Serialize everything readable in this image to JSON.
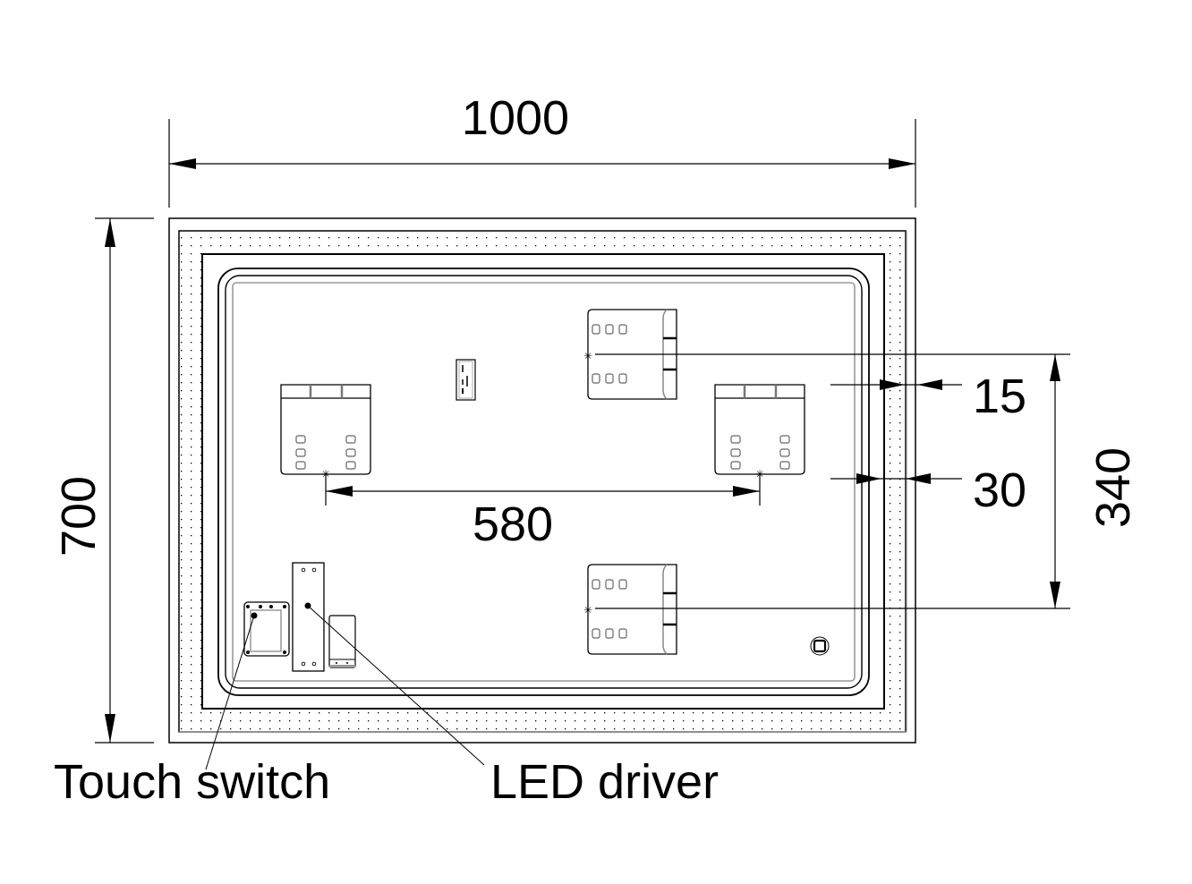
{
  "drawing": {
    "type": "mirror-back-view",
    "units": "mm"
  },
  "dimensions": {
    "width": "1000",
    "height": "700",
    "bracket_spacing_horizontal": "580",
    "bracket_spacing_vertical": "340",
    "offset_top_clearance": "15",
    "offset_bottom_clearance": "30"
  },
  "labels": {
    "touch_switch": "Touch switch",
    "led_driver": "LED driver"
  },
  "components": [
    {
      "name": "hanging-bracket",
      "position": "top-center"
    },
    {
      "name": "hanging-bracket",
      "position": "left"
    },
    {
      "name": "hanging-bracket",
      "position": "right"
    },
    {
      "name": "hanging-bracket",
      "position": "bottom-center"
    },
    {
      "name": "label-plate",
      "position": "upper-left"
    },
    {
      "name": "touch-switch",
      "position": "bottom-left"
    },
    {
      "name": "led-driver",
      "position": "bottom-left"
    },
    {
      "name": "terminal-block",
      "position": "bottom-left"
    },
    {
      "name": "sensor-button",
      "position": "bottom-right"
    }
  ],
  "colors": {
    "line": "#000000",
    "secondary_line": "#999999",
    "background": "#ffffff"
  }
}
